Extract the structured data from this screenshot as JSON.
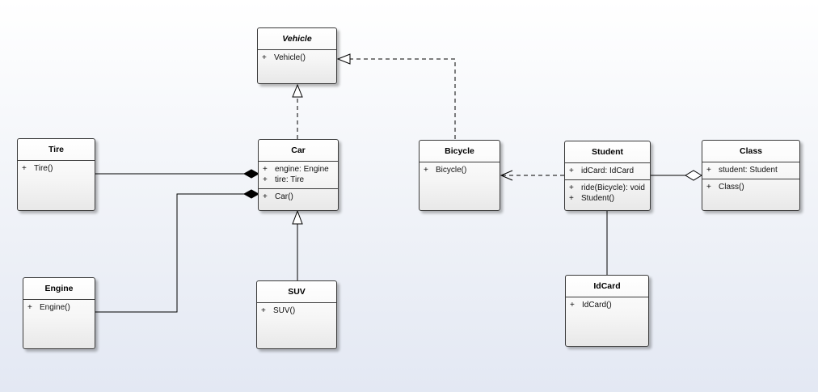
{
  "classes": {
    "vehicle": {
      "name": "Vehicle",
      "operations": [
        {
          "vis": "+",
          "text": "Vehicle()"
        }
      ]
    },
    "tire": {
      "name": "Tire",
      "operations": [
        {
          "vis": "+",
          "text": "Tire()"
        }
      ]
    },
    "car": {
      "name": "Car",
      "attributes": [
        {
          "vis": "+",
          "text": "engine: Engine"
        },
        {
          "vis": "+",
          "text": "tire: Tire"
        }
      ],
      "operations": [
        {
          "vis": "+",
          "text": "Car()"
        }
      ]
    },
    "bicycle": {
      "name": "Bicycle",
      "operations": [
        {
          "vis": "+",
          "text": "Bicycle()"
        }
      ]
    },
    "student": {
      "name": "Student",
      "attributes": [
        {
          "vis": "+",
          "text": "idCard: IdCard"
        }
      ],
      "operations": [
        {
          "vis": "+",
          "text": "ride(Bicycle): void"
        },
        {
          "vis": "+",
          "text": "Student()"
        }
      ]
    },
    "class": {
      "name": "Class",
      "attributes": [
        {
          "vis": "+",
          "text": "student: Student"
        }
      ],
      "operations": [
        {
          "vis": "+",
          "text": "Class()"
        }
      ]
    },
    "engine": {
      "name": "Engine",
      "operations": [
        {
          "vis": "+",
          "text": "Engine()"
        }
      ]
    },
    "suv": {
      "name": "SUV",
      "operations": [
        {
          "vis": "+",
          "text": "SUV()"
        }
      ]
    },
    "idcard": {
      "name": "IdCard",
      "operations": [
        {
          "vis": "+",
          "text": "IdCard()"
        }
      ]
    }
  },
  "relationships": [
    {
      "type": "realization",
      "from": "Car",
      "to": "Vehicle"
    },
    {
      "type": "realization",
      "from": "Bicycle",
      "to": "Vehicle"
    },
    {
      "type": "generalization",
      "from": "SUV",
      "to": "Car"
    },
    {
      "type": "composition",
      "whole": "Car",
      "part": "Tire"
    },
    {
      "type": "composition",
      "whole": "Car",
      "part": "Engine"
    },
    {
      "type": "dependency",
      "from": "Student",
      "to": "Bicycle"
    },
    {
      "type": "aggregation",
      "whole": "Class",
      "part": "Student"
    },
    {
      "type": "association",
      "from": "Student",
      "to": "IdCard"
    }
  ],
  "colors": {
    "line": "#000000",
    "border": "#3a3a3a"
  }
}
